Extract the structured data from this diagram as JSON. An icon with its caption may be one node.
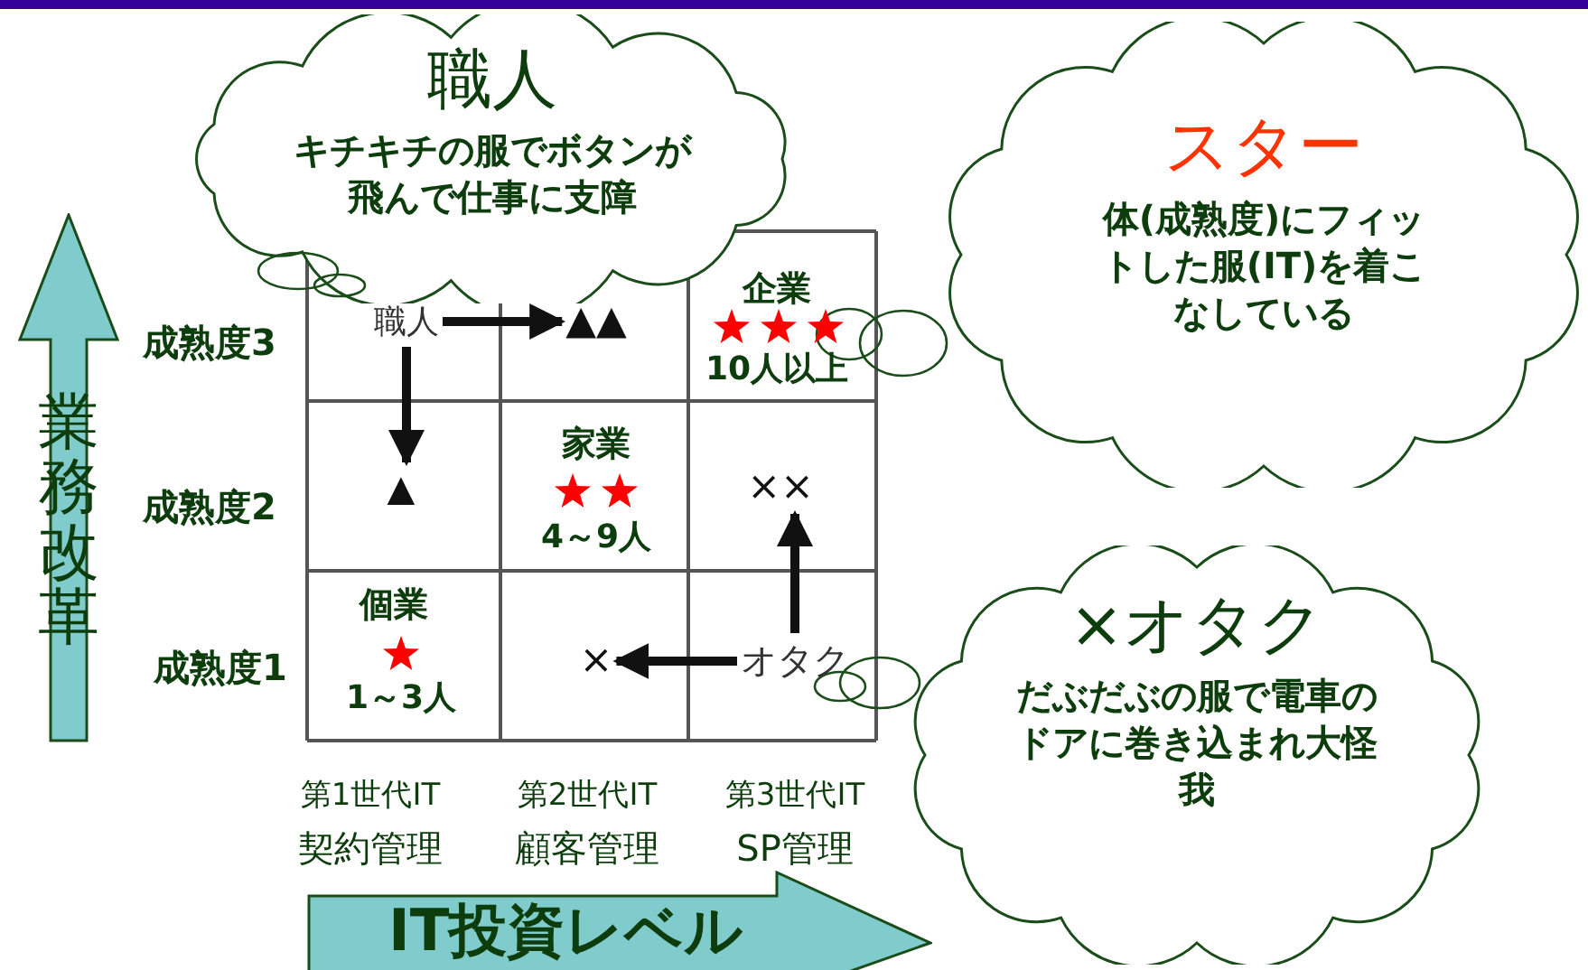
{
  "diagram": {
    "nodes": [
      {
        "text": [
          "職人",
          "キチキチの服でボタンが飛んで仕事に支障"
        ]
      },
      {
        "text": [
          "スター",
          "体(成熟度)にフィットした服(IT)を着こなしている"
        ]
      },
      {
        "text": [
          "×オタク",
          "だぶだぶの服で電車のドアに巻き込まれ大怪我"
        ]
      },
      {
        "text": [
          "職人"
        ]
      },
      {
        "text": [
          "▲▲"
        ]
      },
      {
        "text": [
          "▲"
        ]
      },
      {
        "text": [
          "××"
        ]
      },
      {
        "text": [
          "オタク"
        ]
      },
      {
        "text": [
          "×"
        ]
      },
      {
        "text": [
          "業務改革"
        ]
      },
      {
        "text": [
          "IT投資レベル"
        ]
      }
    ],
    "edges": [
      {
        "from": 3,
        "to": 4,
        "arrow": "to"
      },
      {
        "from": 3,
        "to": 5,
        "arrow": "to"
      },
      {
        "from": 7,
        "to": 6,
        "arrow": "to"
      },
      {
        "from": 7,
        "to": 8,
        "arrow": "to"
      }
    ],
    "labels": [
      "企業",
      "10人以上",
      "家業",
      "4～9人",
      "個業",
      "1～3人",
      "成熟度3",
      "成熟度2",
      "成熟度1",
      "第1世代IT",
      "第2世代IT",
      "第3世代IT",
      "契約管理",
      "顧客管理",
      "SP管理"
    ]
  }
}
